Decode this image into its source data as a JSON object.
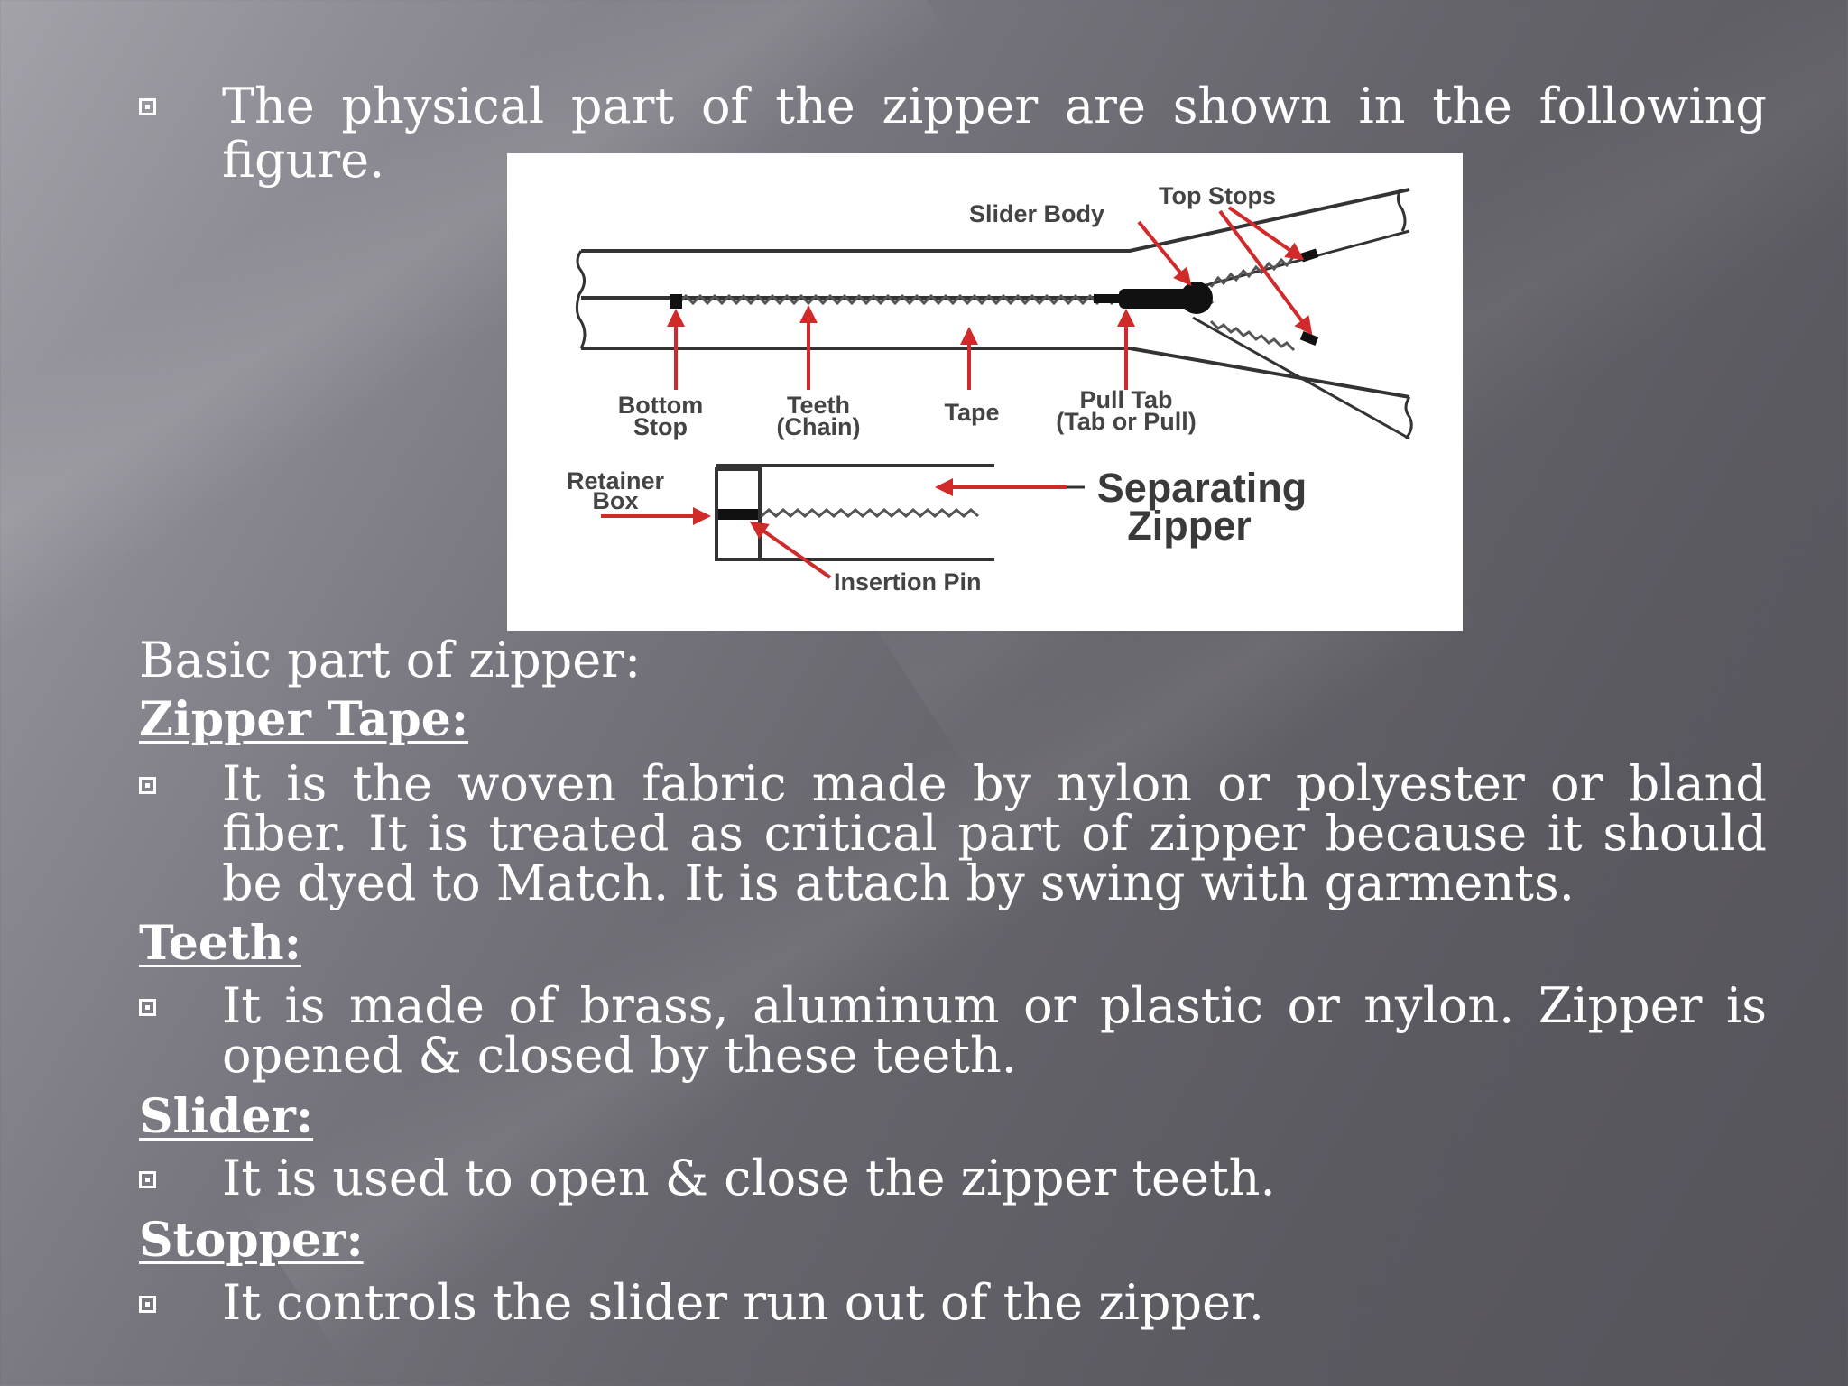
{
  "intro": {
    "text": "The physical part of the zipper are shown in the following figure."
  },
  "figure": {
    "labels": {
      "slider_body": "Slider Body",
      "top_stops": "Top Stops",
      "bottom_stop_1": "Bottom",
      "bottom_stop_2": "Stop",
      "teeth_1": "Teeth",
      "teeth_2": "(Chain)",
      "tape": "Tape",
      "pull_tab_1": "Pull Tab",
      "pull_tab_2": "(Tab or Pull)",
      "retainer_box_1": "Retainer",
      "retainer_box_2": "Box",
      "separating_1": "Separating",
      "separating_2": "Zipper",
      "insertion_pin": "Insertion Pin"
    },
    "colors": {
      "arrow": "#d02a2a",
      "line": "#333333"
    }
  },
  "basic_heading": "Basic part of zipper:",
  "sections": [
    {
      "heading": "Zipper Tape:",
      "text": "It is the woven fabric made by nylon or polyester or bland fiber. It is treated as critical part of zipper because it should be dyed to Match. It is attach by swing with garments."
    },
    {
      "heading": "Teeth:",
      "text": "It is made of brass, aluminum or plastic or nylon. Zipper is opened & closed by these teeth."
    },
    {
      "heading": "Slider:",
      "text": "It is used to open & close the zipper teeth."
    },
    {
      "heading": "Stopper:",
      "text": "It controls the slider run out of the zipper."
    }
  ]
}
